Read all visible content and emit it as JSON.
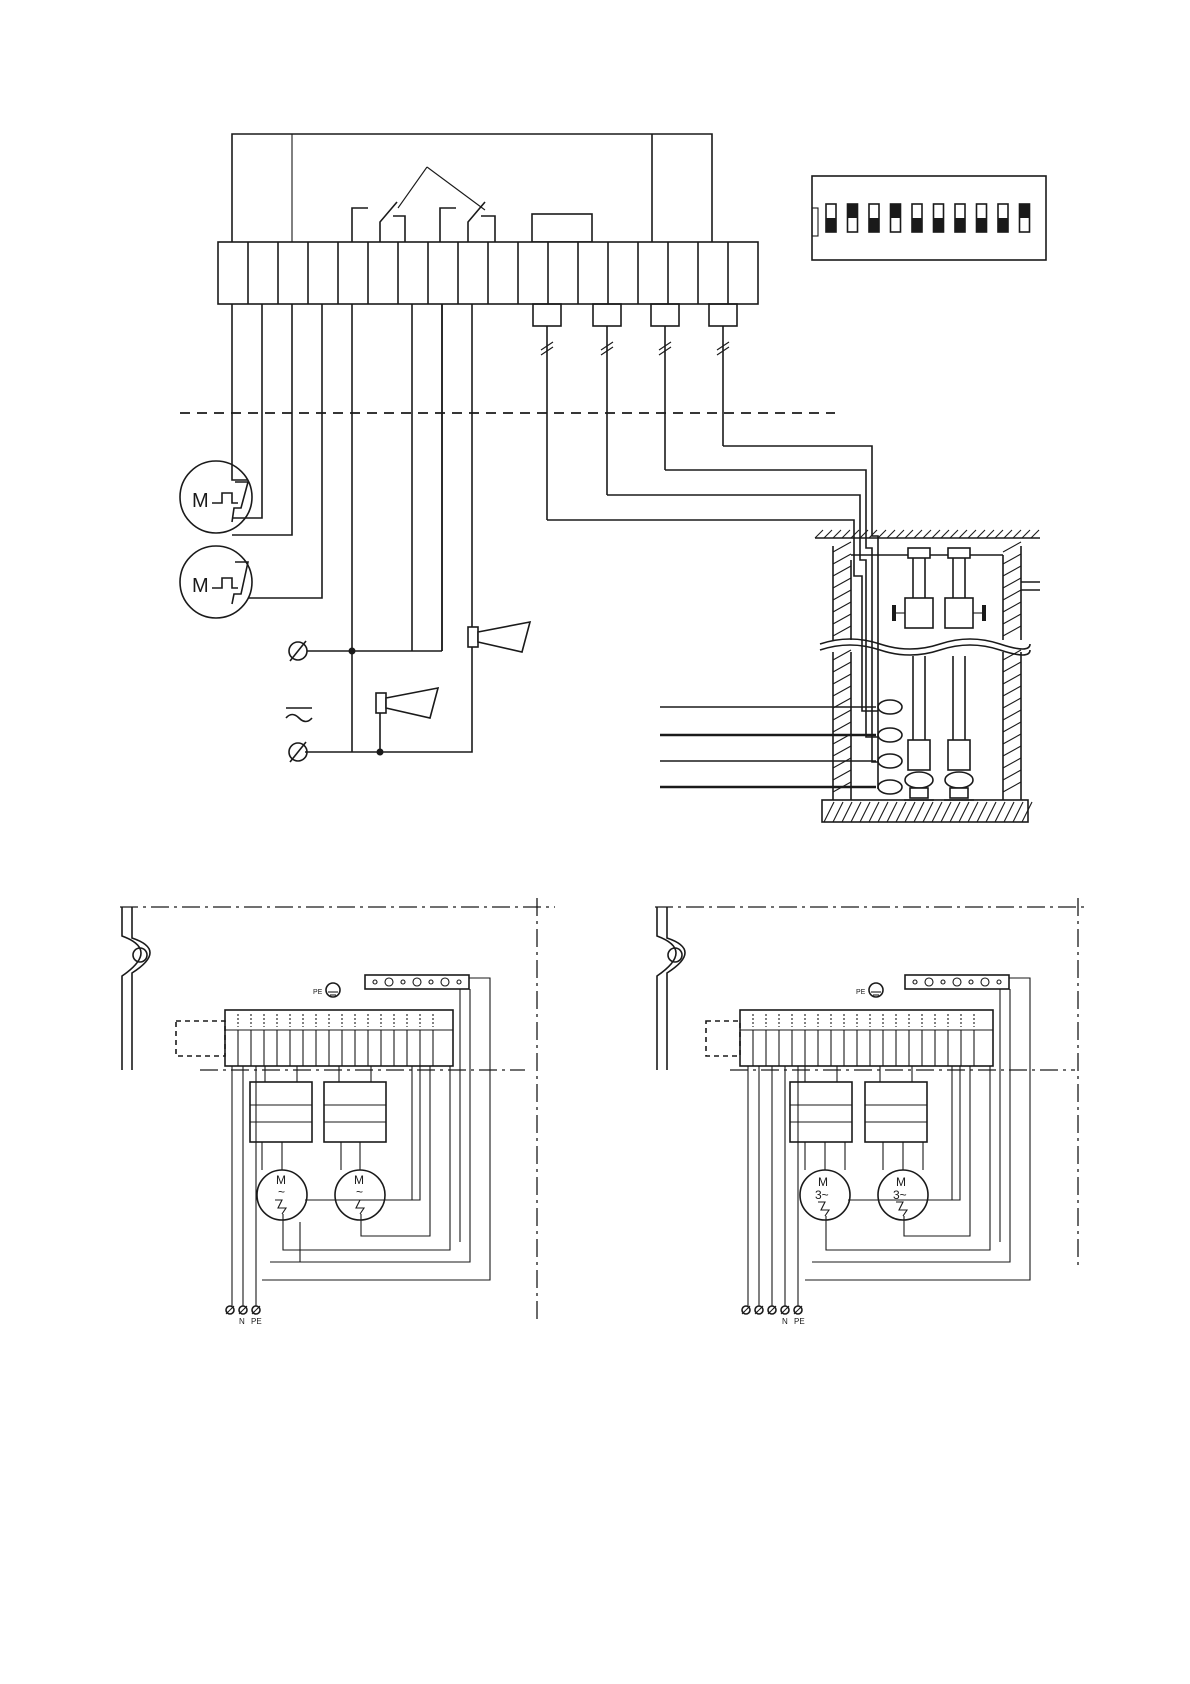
{
  "motor_label": "M",
  "single_phase_symbol": "~",
  "three_phase_symbol": "3~",
  "supply_terminals": [
    "N",
    "PE"
  ],
  "earth_label": "PE",
  "colors": {
    "ink": "#1a1a1a",
    "background": "#ffffff"
  },
  "icons": [
    "motor-icon",
    "horn-icon",
    "dip-switch-icon",
    "float-switch-icon",
    "pump-icon",
    "earth-icon",
    "terminal-icon"
  ]
}
